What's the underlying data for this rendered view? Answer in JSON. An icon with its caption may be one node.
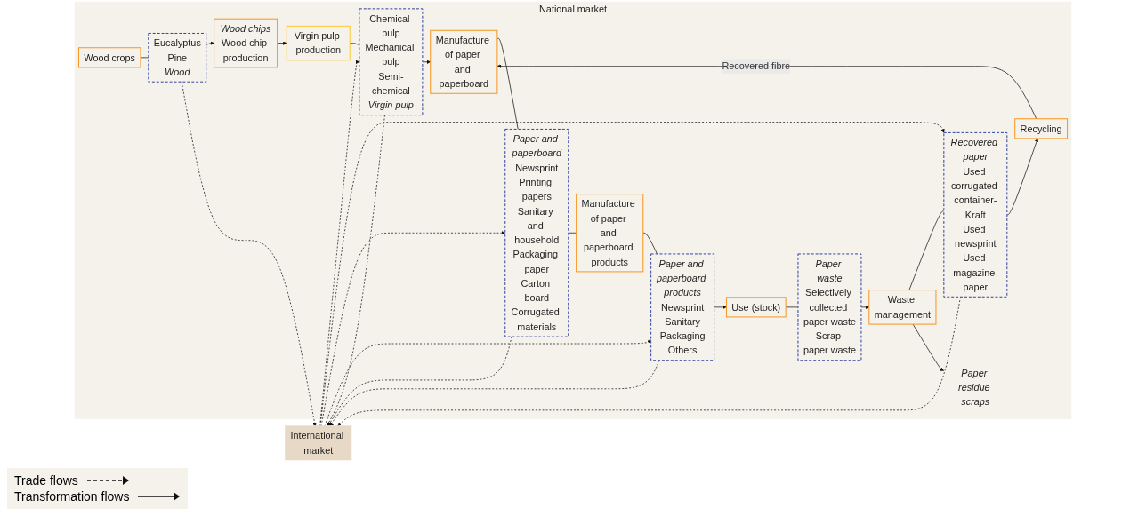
{
  "diagram": {
    "nodes": [
      {
        "text": [
          "International market"
        ]
      },
      {
        "text": [
          "National market"
        ]
      },
      {
        "text": [
          "Wood chips",
          "Wood chip production"
        ],
        "in": 1
      },
      {
        "text": [
          "Eucalyptus",
          "Pine",
          "Wood"
        ],
        "in": 1
      },
      {
        "text": [
          "Wood crops"
        ],
        "in": 1
      },
      {
        "text": [
          "Virgin pulp production"
        ],
        "in": 1
      },
      {
        "text": [
          "Chemical pulp",
          "Mechanical pulp",
          "Semi-chemical",
          "Virgin pulp"
        ],
        "in": 1
      },
      {
        "text": [
          "Manufacture of paper and paperboard"
        ],
        "in": 1
      },
      {
        "text": [
          "Paper and paperboard",
          "Newsprint",
          "Printing papers",
          "Sanitary and household",
          "Packaging paper",
          "Carton board",
          "Corrugated materials"
        ],
        "in": 1
      },
      {
        "text": [
          "Manufacture of paper and paperboard products"
        ],
        "in": 1
      },
      {
        "text": [
          "Paper and paperboard products",
          "Newsprint",
          "Sanitary",
          "Packaging",
          "Others"
        ],
        "in": 1
      },
      {
        "text": [
          "Use (stock)"
        ],
        "in": 1
      },
      {
        "text": [
          "Paper waste",
          "Selectively collected paper waste",
          "Scrap paper waste"
        ],
        "in": 1
      },
      {
        "text": [
          "Recovered paper",
          "Used corrugated container-Kraft",
          "Used newsprint",
          "Used magazine paper"
        ],
        "in": 1
      },
      {
        "text": [
          "Waste management"
        ],
        "in": 1
      },
      {
        "text": [
          "Recycling"
        ],
        "in": 1
      },
      {
        "text": [
          "Paper residue scraps"
        ],
        "in": 1
      }
    ],
    "edges": [
      {
        "from": 4,
        "to": 3,
        "arrow": "none"
      },
      {
        "from": 3,
        "to": 2,
        "arrow": "to"
      },
      {
        "from": 3,
        "to": 0,
        "arrow": "to",
        "style": "dashed"
      },
      {
        "from": 2,
        "to": 5,
        "arrow": "to"
      },
      {
        "from": 5,
        "to": 6,
        "arrow": "none"
      },
      {
        "from": 6,
        "to": 0,
        "arrow": "to",
        "style": "dashed"
      },
      {
        "from": 0,
        "to": 6,
        "arrow": "to",
        "style": "dashed"
      },
      {
        "from": 6,
        "to": 7,
        "arrow": "to"
      },
      {
        "from": 7,
        "to": 8,
        "arrow": "none"
      },
      {
        "from": 13,
        "to": 0,
        "arrow": "to",
        "style": "dashed"
      },
      {
        "from": 0,
        "to": 13,
        "arrow": "to",
        "style": "dashed"
      },
      {
        "from": 8,
        "to": 0,
        "arrow": "to",
        "style": "dashed"
      },
      {
        "from": 0,
        "to": 8,
        "arrow": "to",
        "style": "dashed"
      },
      {
        "from": 8,
        "to": 9,
        "arrow": "none"
      },
      {
        "from": 9,
        "to": 10,
        "arrow": "none"
      },
      {
        "from": 10,
        "to": 0,
        "arrow": "to",
        "style": "dashed"
      },
      {
        "from": 0,
        "to": 10,
        "arrow": "to",
        "style": "dashed"
      },
      {
        "from": 10,
        "to": 11,
        "arrow": "to"
      },
      {
        "from": 11,
        "to": 12,
        "arrow": "none"
      },
      {
        "from": 12,
        "to": 14,
        "arrow": "to"
      },
      {
        "from": 14,
        "to": 13,
        "arrow": "none"
      },
      {
        "from": 13,
        "to": 15,
        "arrow": "to"
      },
      {
        "from": 15,
        "to": 7,
        "arrow": "to",
        "label": "Recovered fibre"
      },
      {
        "from": 14,
        "to": 16,
        "arrow": "to"
      }
    ],
    "legend": [
      {
        "text": "Trade flows"
      },
      {
        "text": "Transformation flows"
      }
    ]
  }
}
